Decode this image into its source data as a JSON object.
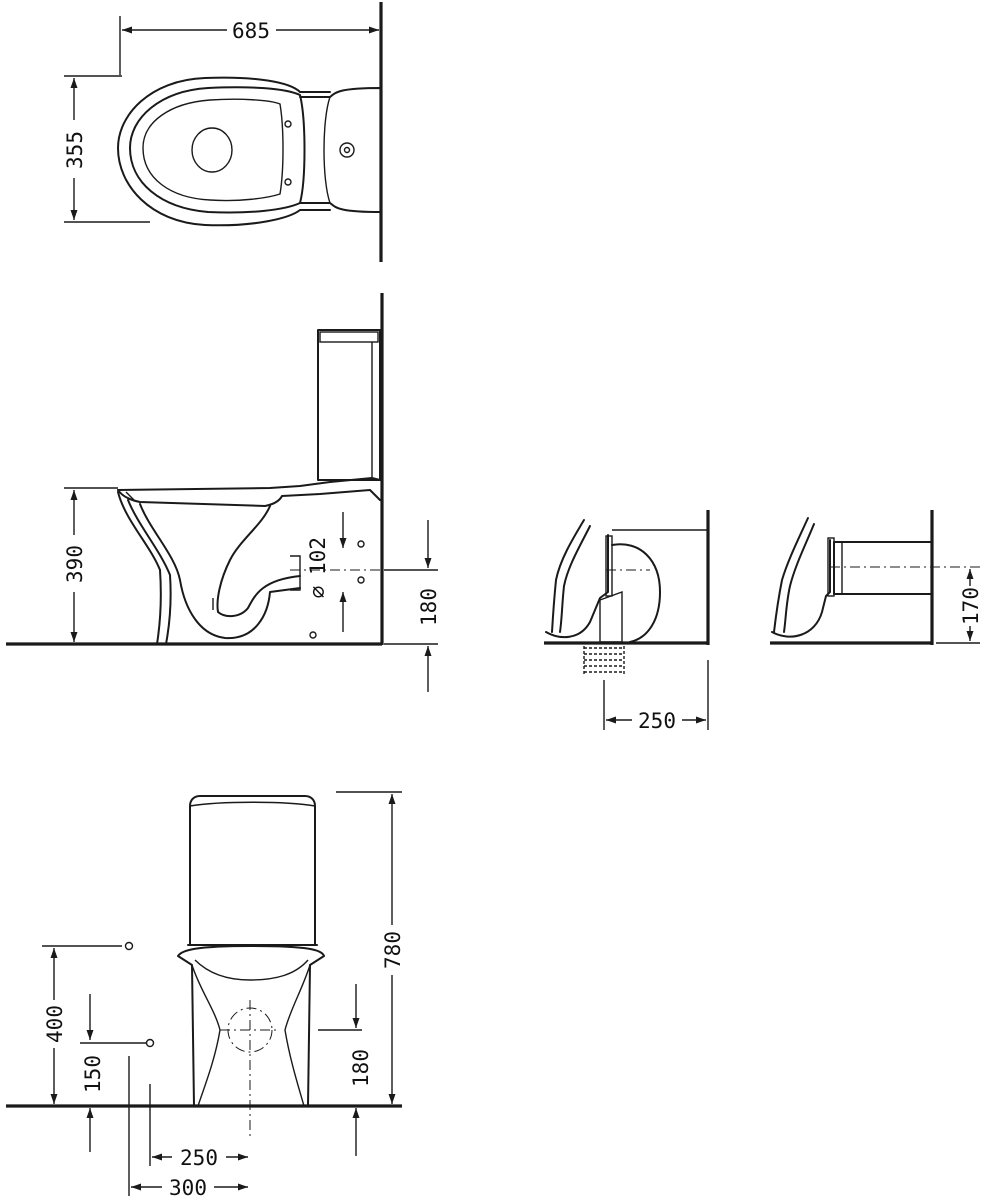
{
  "dimensions": {
    "top_width": "685",
    "top_depth": "355",
    "side_seat_height": "390",
    "side_outlet_diameter": "102",
    "side_outlet_height": "180",
    "floor_outlet_distance": "250",
    "wall_outlet_height": "170",
    "front_total_height": "780",
    "front_pipe_height": "180",
    "front_fixing_height": "400",
    "front_fixing_low": "150",
    "front_offset_250": "250",
    "front_offset_300": "300"
  },
  "symbols": {
    "diameter": "∅"
  }
}
